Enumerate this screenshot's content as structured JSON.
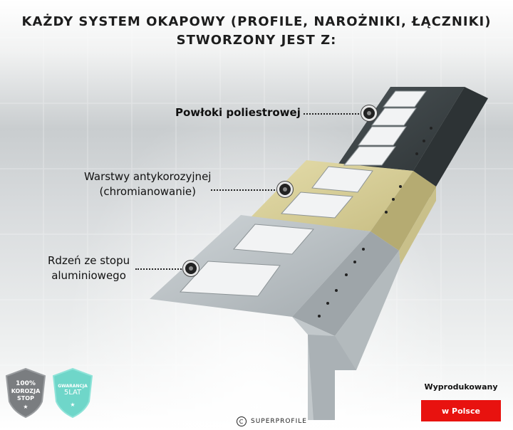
{
  "title": {
    "line1": "KAŻDY SYSTEM OKAPOWY (PROFILE, NAROŻNIKI, ŁĄCZNIKI)",
    "line2": "STWORZONY JEST Z:"
  },
  "layers": {
    "polyester": "Powłoki poliestrowej",
    "anticorrosion_line1": "Warstwy antykorozyjnej",
    "anticorrosion_line2": "(chromianowanie)",
    "core_line1": "Rdzeń ze stopu",
    "core_line2": "aluminiowego"
  },
  "badges": {
    "corrosion": {
      "line1": "100%",
      "line2": "KOROZJA",
      "line3": "STOP",
      "star": "★"
    },
    "warranty": {
      "line1": "GWARANCJA",
      "line2": "5LAT",
      "star": "★"
    }
  },
  "made_in": {
    "label": "Wyprodukowany",
    "country": "w Polsce"
  },
  "brand": {
    "symbol": "C",
    "name": "SUPERPROFILE"
  },
  "colors": {
    "polyester_layer": "#3b4245",
    "chromate_layer": "#d8cf9c",
    "aluminium_core": "#b9c0c3",
    "poland_badge": "#e8120f",
    "warranty_badge": "#6fd6c9",
    "corrosion_badge": "#7a7d80"
  }
}
